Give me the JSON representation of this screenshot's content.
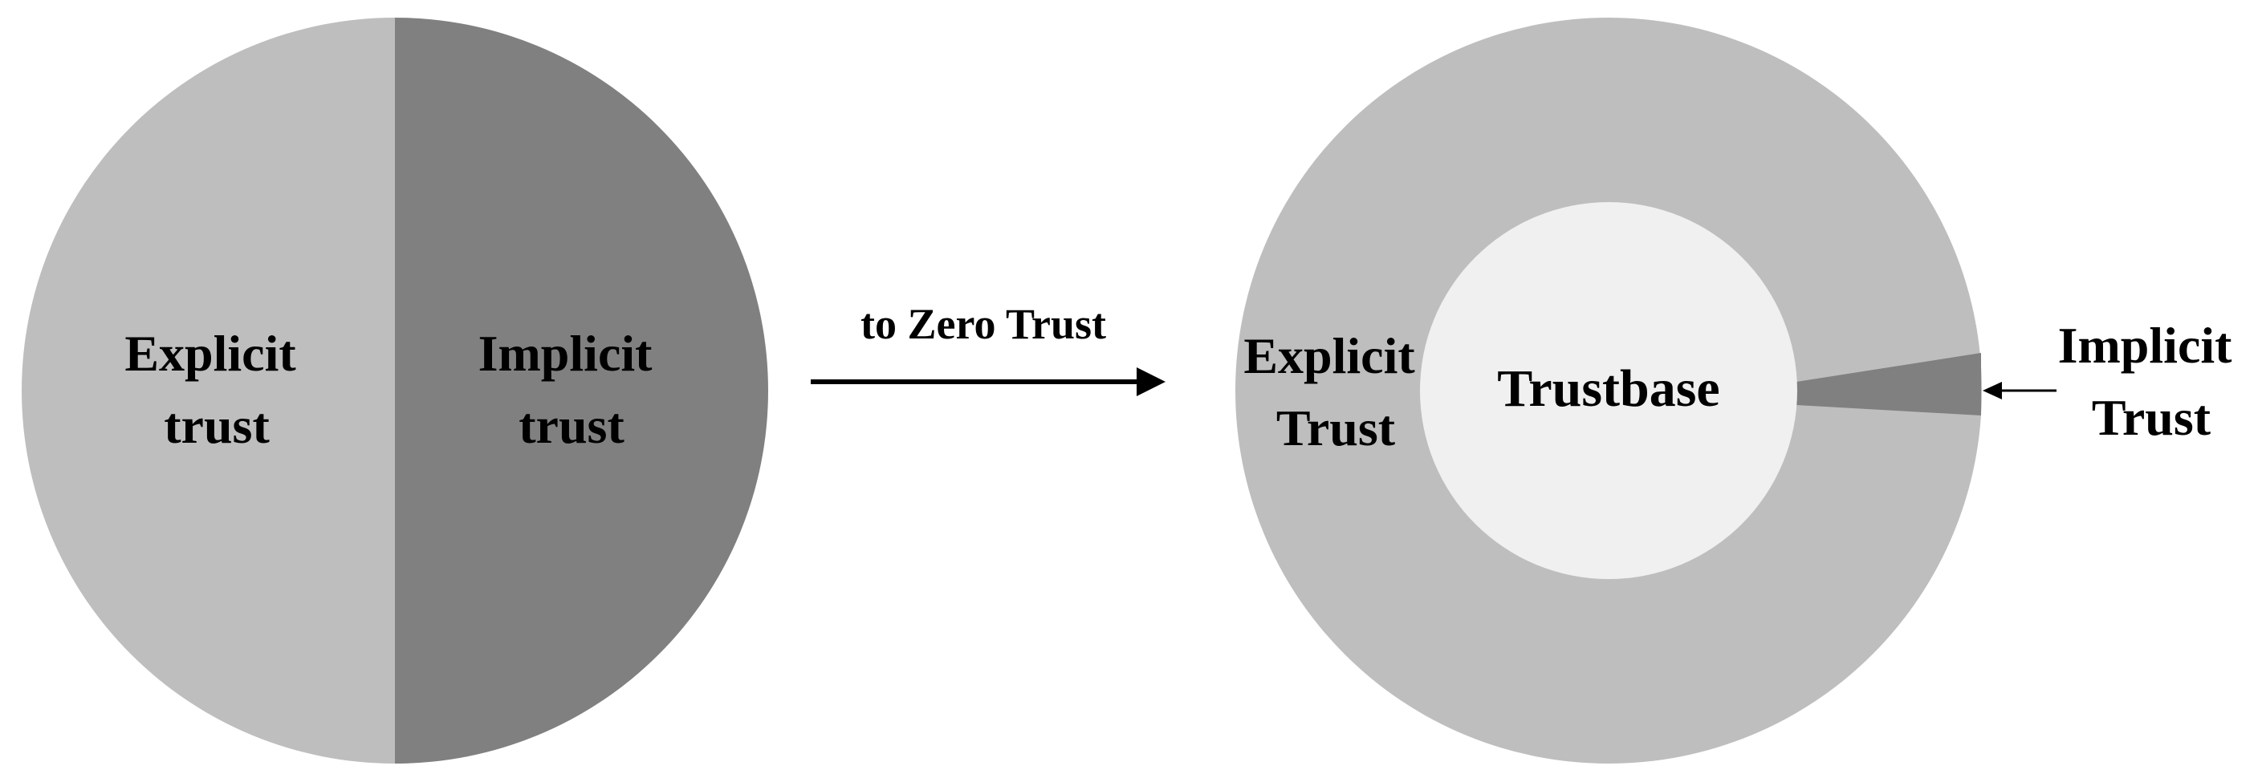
{
  "colors": {
    "explicit": "#bebebe",
    "implicit": "#808080",
    "trustbase": "#f0f0f0",
    "text": "#000000",
    "background": "#ffffff"
  },
  "left_diagram": {
    "explicit_label": [
      "Explicit",
      "trust"
    ],
    "implicit_label": [
      "Implicit",
      "trust"
    ]
  },
  "transition": {
    "label": "to Zero Trust"
  },
  "right_diagram": {
    "explicit_label": [
      "Explicit",
      "Trust"
    ],
    "center_label": "Trustbase",
    "implicit_label": [
      "Implicit",
      "Trust"
    ]
  }
}
